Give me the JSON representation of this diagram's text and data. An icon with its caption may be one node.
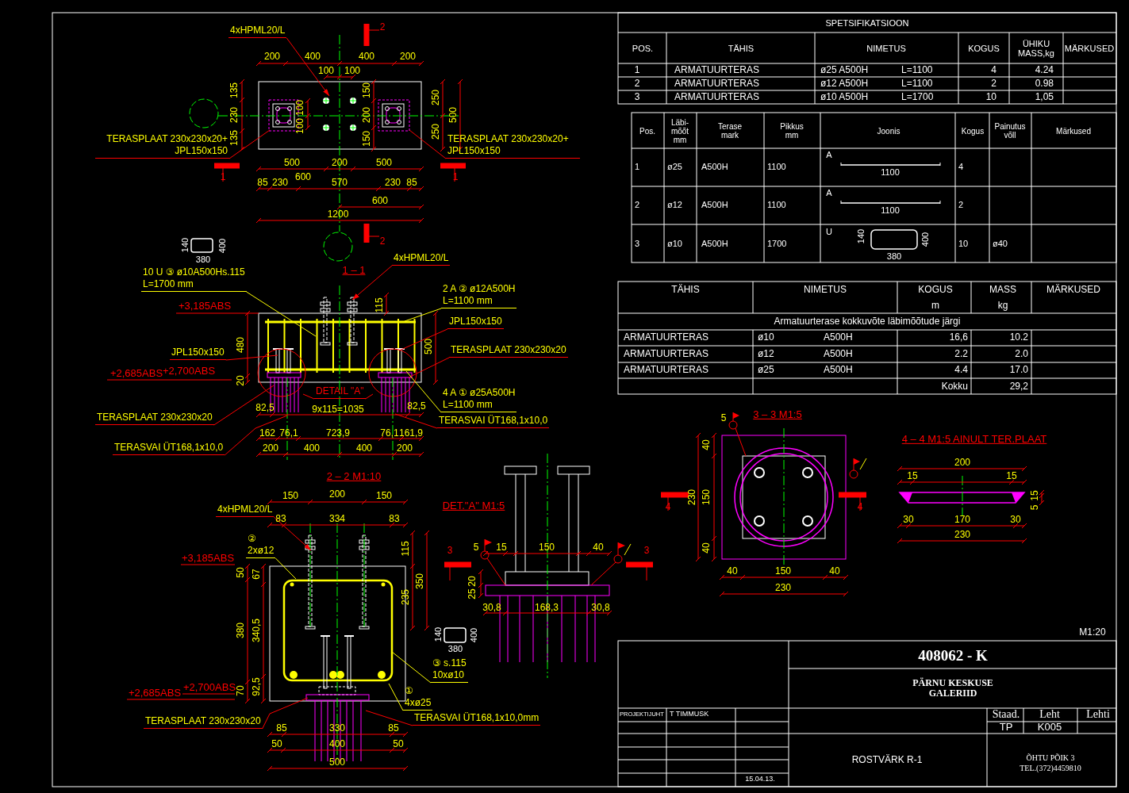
{
  "diagram": {
    "nodes": [
      {
        "text": [
          "4xHPML20/L"
        ]
      },
      {
        "text": [
          "TERASPLAAT 230x230x20+ JPL150x150"
        ]
      },
      {
        "text": [
          "TERASPLAAT 230x230x20+ JPL150x150"
        ]
      },
      {
        "text": [
          "10 U ③ ø10A500Hs.115",
          "L=1700 mm"
        ]
      },
      {
        "text": [
          "4xHPML20/L"
        ]
      },
      {
        "text": [
          "2 A ② ø12A500H",
          "L=1100 mm"
        ]
      },
      {
        "text": [
          "JPL150x150"
        ]
      },
      {
        "text": [
          "TERASPLAAT 230x230x20"
        ]
      },
      {
        "text": [
          "4 A ① ø25A500H",
          "L=1100 mm"
        ]
      },
      {
        "text": [
          "TERASVAI ÜT168,1x10,0"
        ]
      },
      {
        "text": [
          "JPL150x150"
        ]
      },
      {
        "text": [
          "TERASPLAAT 230x230x20"
        ]
      },
      {
        "text": [
          "TERASVAI ÜT168,1x10,0"
        ]
      },
      {
        "text": [
          "DETAIL \"A\""
        ]
      },
      {
        "text": [
          "4xHPML20/L"
        ]
      },
      {
        "text": [
          "②",
          "2xø12"
        ]
      },
      {
        "text": [
          "③ s.115",
          "10xø10"
        ]
      },
      {
        "text": [
          "①",
          "4xø25"
        ]
      },
      {
        "text": [
          "TERASPLAAT 230x230x20"
        ]
      },
      {
        "text": [
          "TERASVAI ÜT168,1x10,0mm"
        ]
      }
    ],
    "edges": [
      {
        "from": 0,
        "to": null,
        "arrow": "to"
      },
      {
        "from": 1,
        "to": null,
        "arrow": "none"
      },
      {
        "from": 2,
        "to": null,
        "arrow": "none"
      },
      {
        "from": 3,
        "to": null,
        "arrow": "none",
        "color": "#ffff00"
      },
      {
        "from": 4,
        "to": null,
        "arrow": "to"
      },
      {
        "from": 5,
        "to": null,
        "arrow": "none",
        "color": "#ffff00"
      },
      {
        "from": 6,
        "to": null,
        "arrow": "none"
      },
      {
        "from": 7,
        "to": null,
        "arrow": "none"
      },
      {
        "from": 8,
        "to": null,
        "arrow": "none",
        "color": "#ffff00"
      },
      {
        "from": 9,
        "to": null,
        "arrow": "none"
      },
      {
        "from": 10,
        "to": null,
        "arrow": "none"
      },
      {
        "from": 11,
        "to": null,
        "arrow": "none"
      },
      {
        "from": 12,
        "to": null,
        "arrow": "none"
      },
      {
        "from": 13,
        "to": null,
        "arrow": "none"
      },
      {
        "from": 13,
        "to": null,
        "arrow": "none"
      },
      {
        "from": 14,
        "to": null,
        "arrow": "to"
      },
      {
        "from": 15,
        "to": null,
        "arrow": "none",
        "color": "#ffff00"
      },
      {
        "from": 16,
        "to": null,
        "arrow": "none",
        "color": "#ffff00"
      },
      {
        "from": 17,
        "to": null,
        "arrow": "none",
        "color": "#ffff00"
      },
      {
        "from": 18,
        "to": null,
        "arrow": "none"
      },
      {
        "from": 19,
        "to": null,
        "arrow": "none"
      }
    ],
    "labels": [
      "2",
      "200",
      "400",
      "400",
      "200",
      "100",
      "100",
      "135",
      "230",
      "135",
      "100",
      "100",
      "150",
      "200",
      "150",
      "250",
      "250",
      "500",
      "1",
      "1",
      "500",
      "200",
      "500",
      "85",
      "230",
      "600",
      "570",
      "230",
      "85",
      "600",
      "1200",
      "2",
      "140",
      "400",
      "380",
      "1 – 1",
      "+3,185ABS",
      "115",
      "480",
      "500",
      "+2,685ABS",
      "+2,700ABS",
      "20",
      "82,5",
      "9x115=1035",
      "82,5",
      "162",
      "76,1",
      "723,9",
      "76,1",
      "161,9",
      "200",
      "400",
      "400",
      "200",
      "2 – 2 M1:10",
      "150",
      "200",
      "150",
      "83",
      "334",
      "83",
      "115",
      "+3,185ABS",
      "50",
      "67",
      "350",
      "235",
      "380",
      "340,5",
      "140",
      "400",
      "380",
      "+2,685ABS",
      "+2,700ABS",
      "70",
      "92,5",
      "85",
      "330",
      "85",
      "50",
      "400",
      "50",
      "500",
      "DET.\"A\" M1:5",
      "3",
      "5",
      "15",
      "150",
      "40",
      "3",
      "20",
      "25",
      "30,8",
      "168,3",
      "30,8",
      "SPETSIFIKATSIOON",
      "POS.",
      "TÄHIS",
      "NIMETUS",
      "KOGUS",
      "ÜHIKU MASS,kg",
      "MÄRKUSED",
      "1",
      "ARMATUURTERAS",
      "ø25 A500H",
      "L=1100",
      "4",
      "4.24",
      "2",
      "ARMATUURTERAS",
      "ø12 A500H",
      "L=1100",
      "2",
      "0.98",
      "3",
      "ARMATUURTERAS",
      "ø10 A500H",
      "L=1700",
      "10",
      "1,05",
      "Pos.",
      "Läbi- mõõt mm",
      "Terase mark",
      "Pikkus mm",
      "Joonis",
      "Kogus",
      "Painutus võll",
      "Märkused",
      "1",
      "ø25",
      "A500H",
      "1100",
      "A",
      "1100",
      "4",
      "2",
      "ø12",
      "A500H",
      "1100",
      "A",
      "1100",
      "2",
      "3",
      "ø10",
      "A500H",
      "1700",
      "U",
      "140",
      "400",
      "380",
      "10",
      "ø40",
      "TÄHIS",
      "NIMETUS",
      "KOGUS",
      "m",
      "MASS",
      "kg",
      "MÄRKUSED",
      "Armatuurterase kokkuvõte läbimõõtude järgi",
      "ARMATUURTERAS",
      "ø10",
      "A500H",
      "16,6",
      "10.2",
      "ARMATUURTERAS",
      "ø12",
      "A500H",
      "2.2",
      "2.0",
      "ARMATUURTERAS",
      "ø25",
      "A500H",
      "4.4",
      "17.0",
      "Kokku",
      "29,2",
      "3 – 3 M1:5",
      "5",
      "40",
      "230",
      "150",
      "4",
      "4",
      "40",
      "40",
      "150",
      "40",
      "230",
      "4 – 4 M1:5 AINULT TER.PLAAT",
      "200",
      "15",
      "15",
      "15",
      "5",
      "30",
      "170",
      "30",
      "230",
      "M1:20",
      "408062 - K",
      "PÄRNU KESKUSE GALERIID",
      "PROJEKTIJUHT",
      "T TIMMUSK",
      "Staad.",
      "Leht",
      "Lehti",
      "TP",
      "K005",
      "ROSTVÄRK R-1",
      "ÕHTU PÕIK 3",
      "TEL.(372)4459810",
      "15.04.13."
    ]
  }
}
